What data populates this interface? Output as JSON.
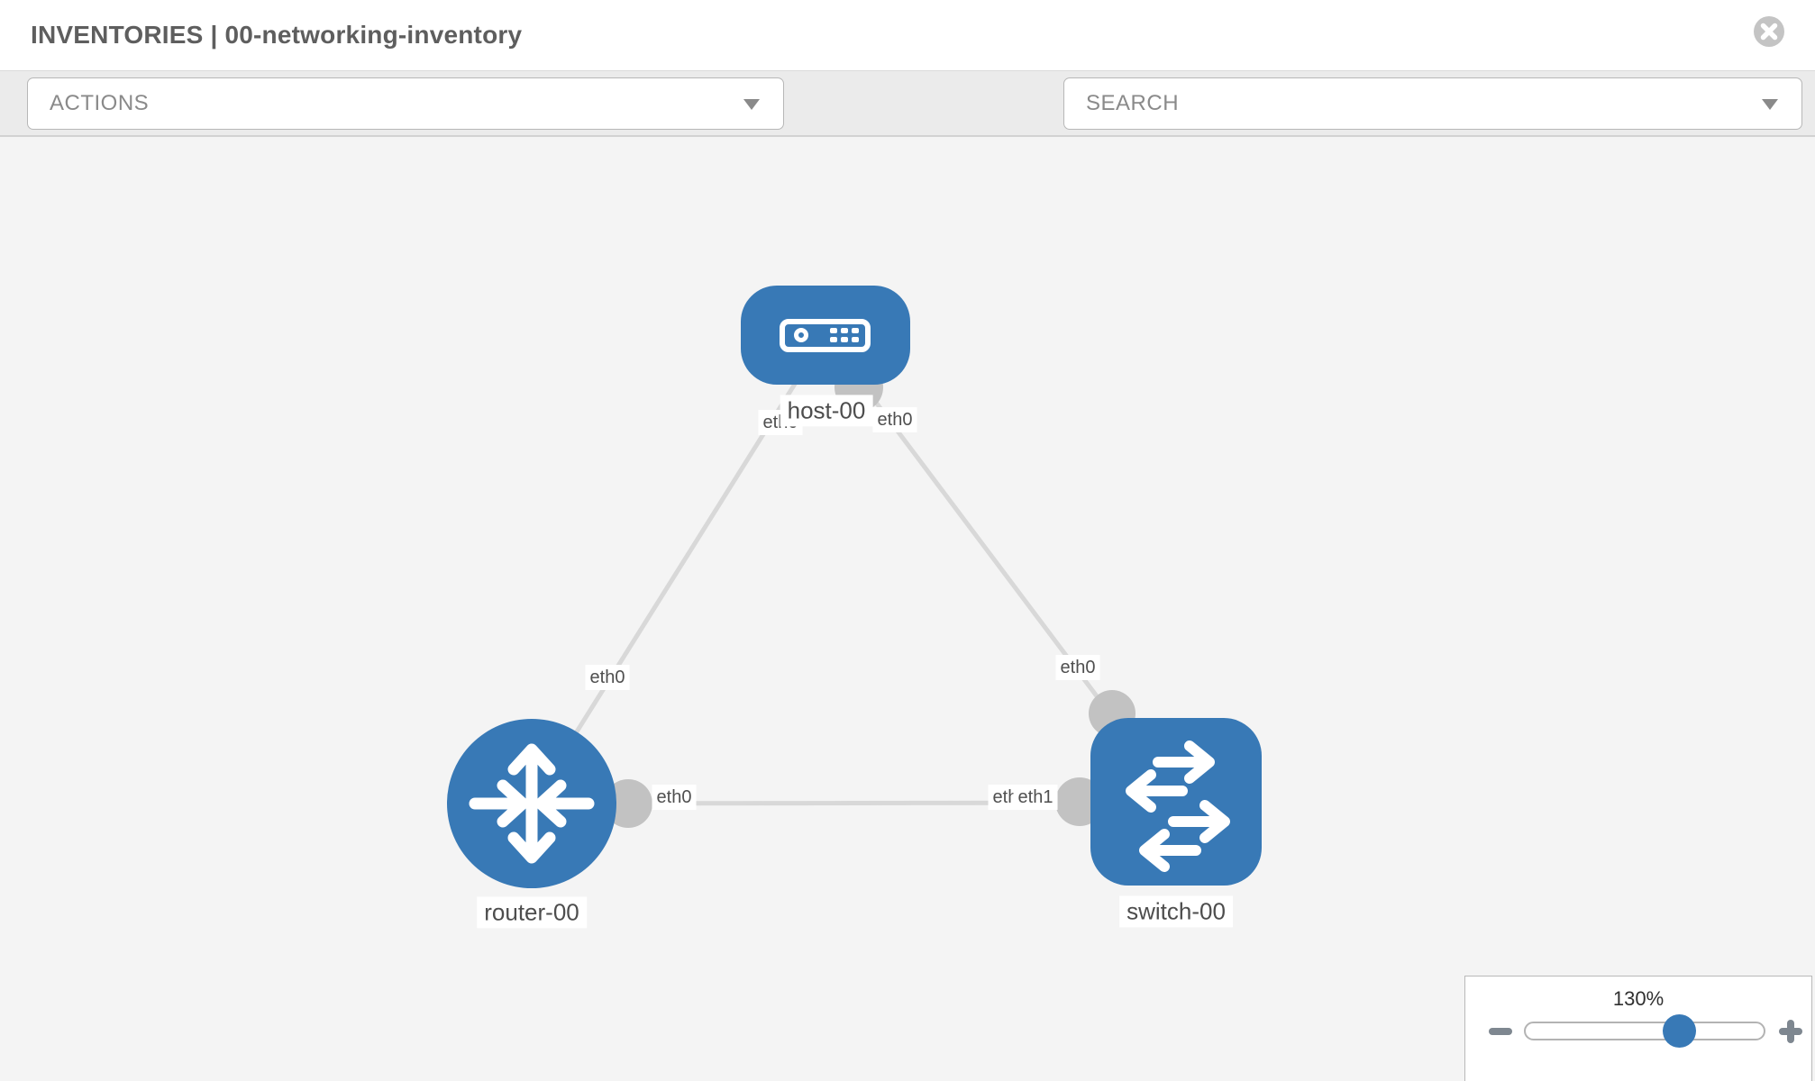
{
  "header": {
    "title": "INVENTORIES | 00-networking-inventory"
  },
  "toolbar": {
    "actions_label": "ACTIONS",
    "search_label": "SEARCH",
    "tools": [
      {
        "icon": "wrench-icon"
      },
      {
        "icon": "key-icon"
      }
    ]
  },
  "topology": {
    "nodes": [
      {
        "name": "host-00",
        "type": "host",
        "shape": "rounded-rect",
        "icon": "host-device-icon"
      },
      {
        "name": "router-00",
        "type": "router",
        "shape": "circle",
        "icon": "router-arrows-icon"
      },
      {
        "name": "switch-00",
        "type": "switch",
        "shape": "rounded-rect",
        "icon": "switch-arrows-icon"
      }
    ],
    "links": [
      {
        "from": "host-00",
        "to": "router-00"
      },
      {
        "from": "host-00",
        "to": "switch-00"
      },
      {
        "from": "router-00",
        "to": "switch-00"
      }
    ],
    "labels": [
      {
        "text": "eth0"
      },
      {
        "text": "eth0"
      },
      {
        "text": "eth0"
      },
      {
        "text": "eth0"
      },
      {
        "text": "eth0"
      },
      {
        "text": "eth1"
      },
      {
        "text": "eth1"
      },
      {
        "text": "host-00"
      },
      {
        "text": "router-00"
      },
      {
        "text": "switch-00"
      }
    ]
  },
  "zoom_control": {
    "level": "130%",
    "slider_fraction": 0.645
  },
  "colors": {
    "node_blue": "#3879b6",
    "link_gray": "#d8d8d8",
    "interface_gray": "#c2c2c2",
    "canvas_bg": "#f4f4f4",
    "toolbar_bg": "#ebebeb",
    "icon_gray": "#7e8790",
    "title_gray": "#5e5e5e"
  }
}
